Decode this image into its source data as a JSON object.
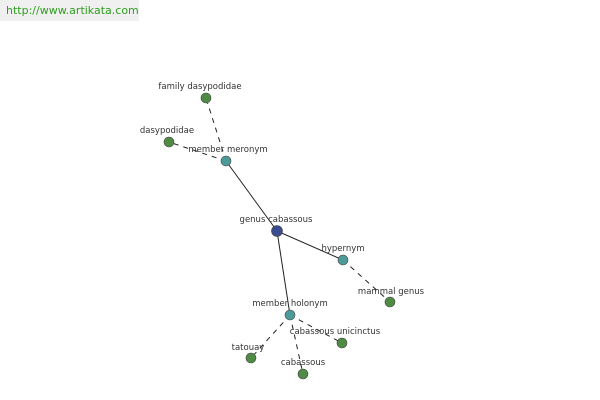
{
  "site": {
    "url": "http://www.artikata.com"
  },
  "colors": {
    "center": "#3a4c8e",
    "relation": "#4d9a9a",
    "term": "#4f8b45",
    "edge": "#222222"
  },
  "graph": {
    "nodes": [
      {
        "id": "genus-cabassous",
        "label": "genus cabassous",
        "kind": "center"
      },
      {
        "id": "member-meronym",
        "label": "member meronym",
        "kind": "relation"
      },
      {
        "id": "hypernym",
        "label": "hypernym",
        "kind": "relation"
      },
      {
        "id": "member-holonym",
        "label": "member holonym",
        "kind": "relation"
      },
      {
        "id": "family-dasypodidae",
        "label": "family dasypodidae",
        "kind": "term"
      },
      {
        "id": "dasypodidae",
        "label": "dasypodidae",
        "kind": "term"
      },
      {
        "id": "mammal-genus",
        "label": "mammal genus",
        "kind": "term"
      },
      {
        "id": "tatouay",
        "label": "tatouay",
        "kind": "term"
      },
      {
        "id": "cabassous",
        "label": "cabassous",
        "kind": "term"
      },
      {
        "id": "cabassous-unicinctus",
        "label": "cabassous unicinctus",
        "kind": "term"
      }
    ],
    "edges": [
      {
        "from": "genus-cabassous",
        "to": "member-meronym",
        "style": "solid"
      },
      {
        "from": "genus-cabassous",
        "to": "hypernym",
        "style": "solid"
      },
      {
        "from": "genus-cabassous",
        "to": "member-holonym",
        "style": "solid"
      },
      {
        "from": "member-meronym",
        "to": "family-dasypodidae",
        "style": "dashed"
      },
      {
        "from": "member-meronym",
        "to": "dasypodidae",
        "style": "dashed"
      },
      {
        "from": "hypernym",
        "to": "mammal-genus",
        "style": "dashed"
      },
      {
        "from": "member-holonym",
        "to": "tatouay",
        "style": "dashed"
      },
      {
        "from": "member-holonym",
        "to": "cabassous",
        "style": "dashed"
      },
      {
        "from": "member-holonym",
        "to": "cabassous-unicinctus",
        "style": "dashed"
      }
    ]
  }
}
